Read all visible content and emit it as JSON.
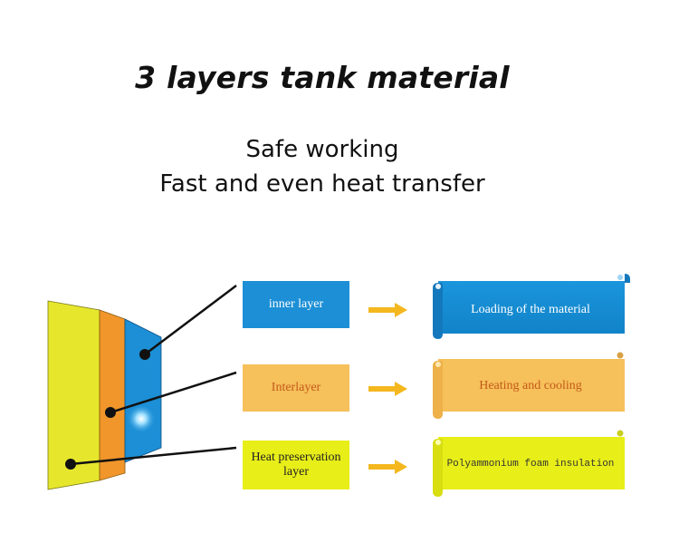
{
  "title": "3 layers tank material",
  "subtitle_lines": [
    "Safe working",
    "Fast and even heat transfer"
  ],
  "layers": [
    {
      "label": "inner layer",
      "description": "Loading of the material",
      "color": "#1c8fd6"
    },
    {
      "label": "Interlayer",
      "description": "Heating and cooling",
      "color": "#f6c05a"
    },
    {
      "label": "Heat preservation layer",
      "description": "Polyammonium foam insulation",
      "color": "#e8ee18"
    }
  ],
  "colors": {
    "tank_inner": "#1c8fd6",
    "tank_middle": "#f0962a",
    "tank_outer": "#e6e72c",
    "arrow": "#f4b81e",
    "leader_line": "#111111"
  }
}
